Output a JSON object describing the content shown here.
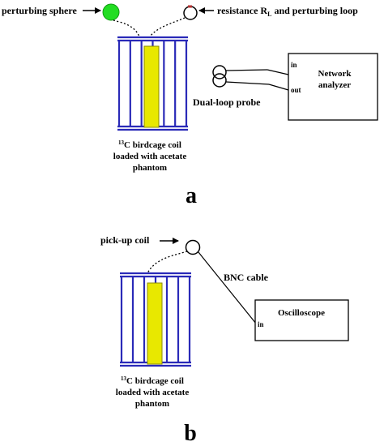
{
  "colors": {
    "cage": "#2a2ab8",
    "phantom": "#e8e800",
    "phantom_edge": "#8a8a00",
    "sphere": "#22dd22",
    "line": "#000000"
  },
  "panel_a": {
    "letter": "a",
    "perturbing_sphere": "perturbing sphere",
    "resistance_prefix": "resistance R",
    "resistance_sub": "L",
    "resistance_suffix": " and perturbing loop",
    "probe_label": "Dual-loop probe",
    "analyzer_line1": "Network",
    "analyzer_line2": "analyzer",
    "port_in": "in",
    "port_out": "out",
    "coil_sup": "13",
    "coil_line1": "C birdcage coil",
    "coil_line2": "loaded with acetate",
    "coil_line3": "phantom"
  },
  "panel_b": {
    "letter": "b",
    "pickup_label": "pick-up coil",
    "cable_label": "BNC cable",
    "scope_label": "Oscilloscope",
    "port_in": "in",
    "coil_sup": "13",
    "coil_line1": "C birdcage coil",
    "coil_line2": "loaded with acetate",
    "coil_line3": "phantom"
  }
}
